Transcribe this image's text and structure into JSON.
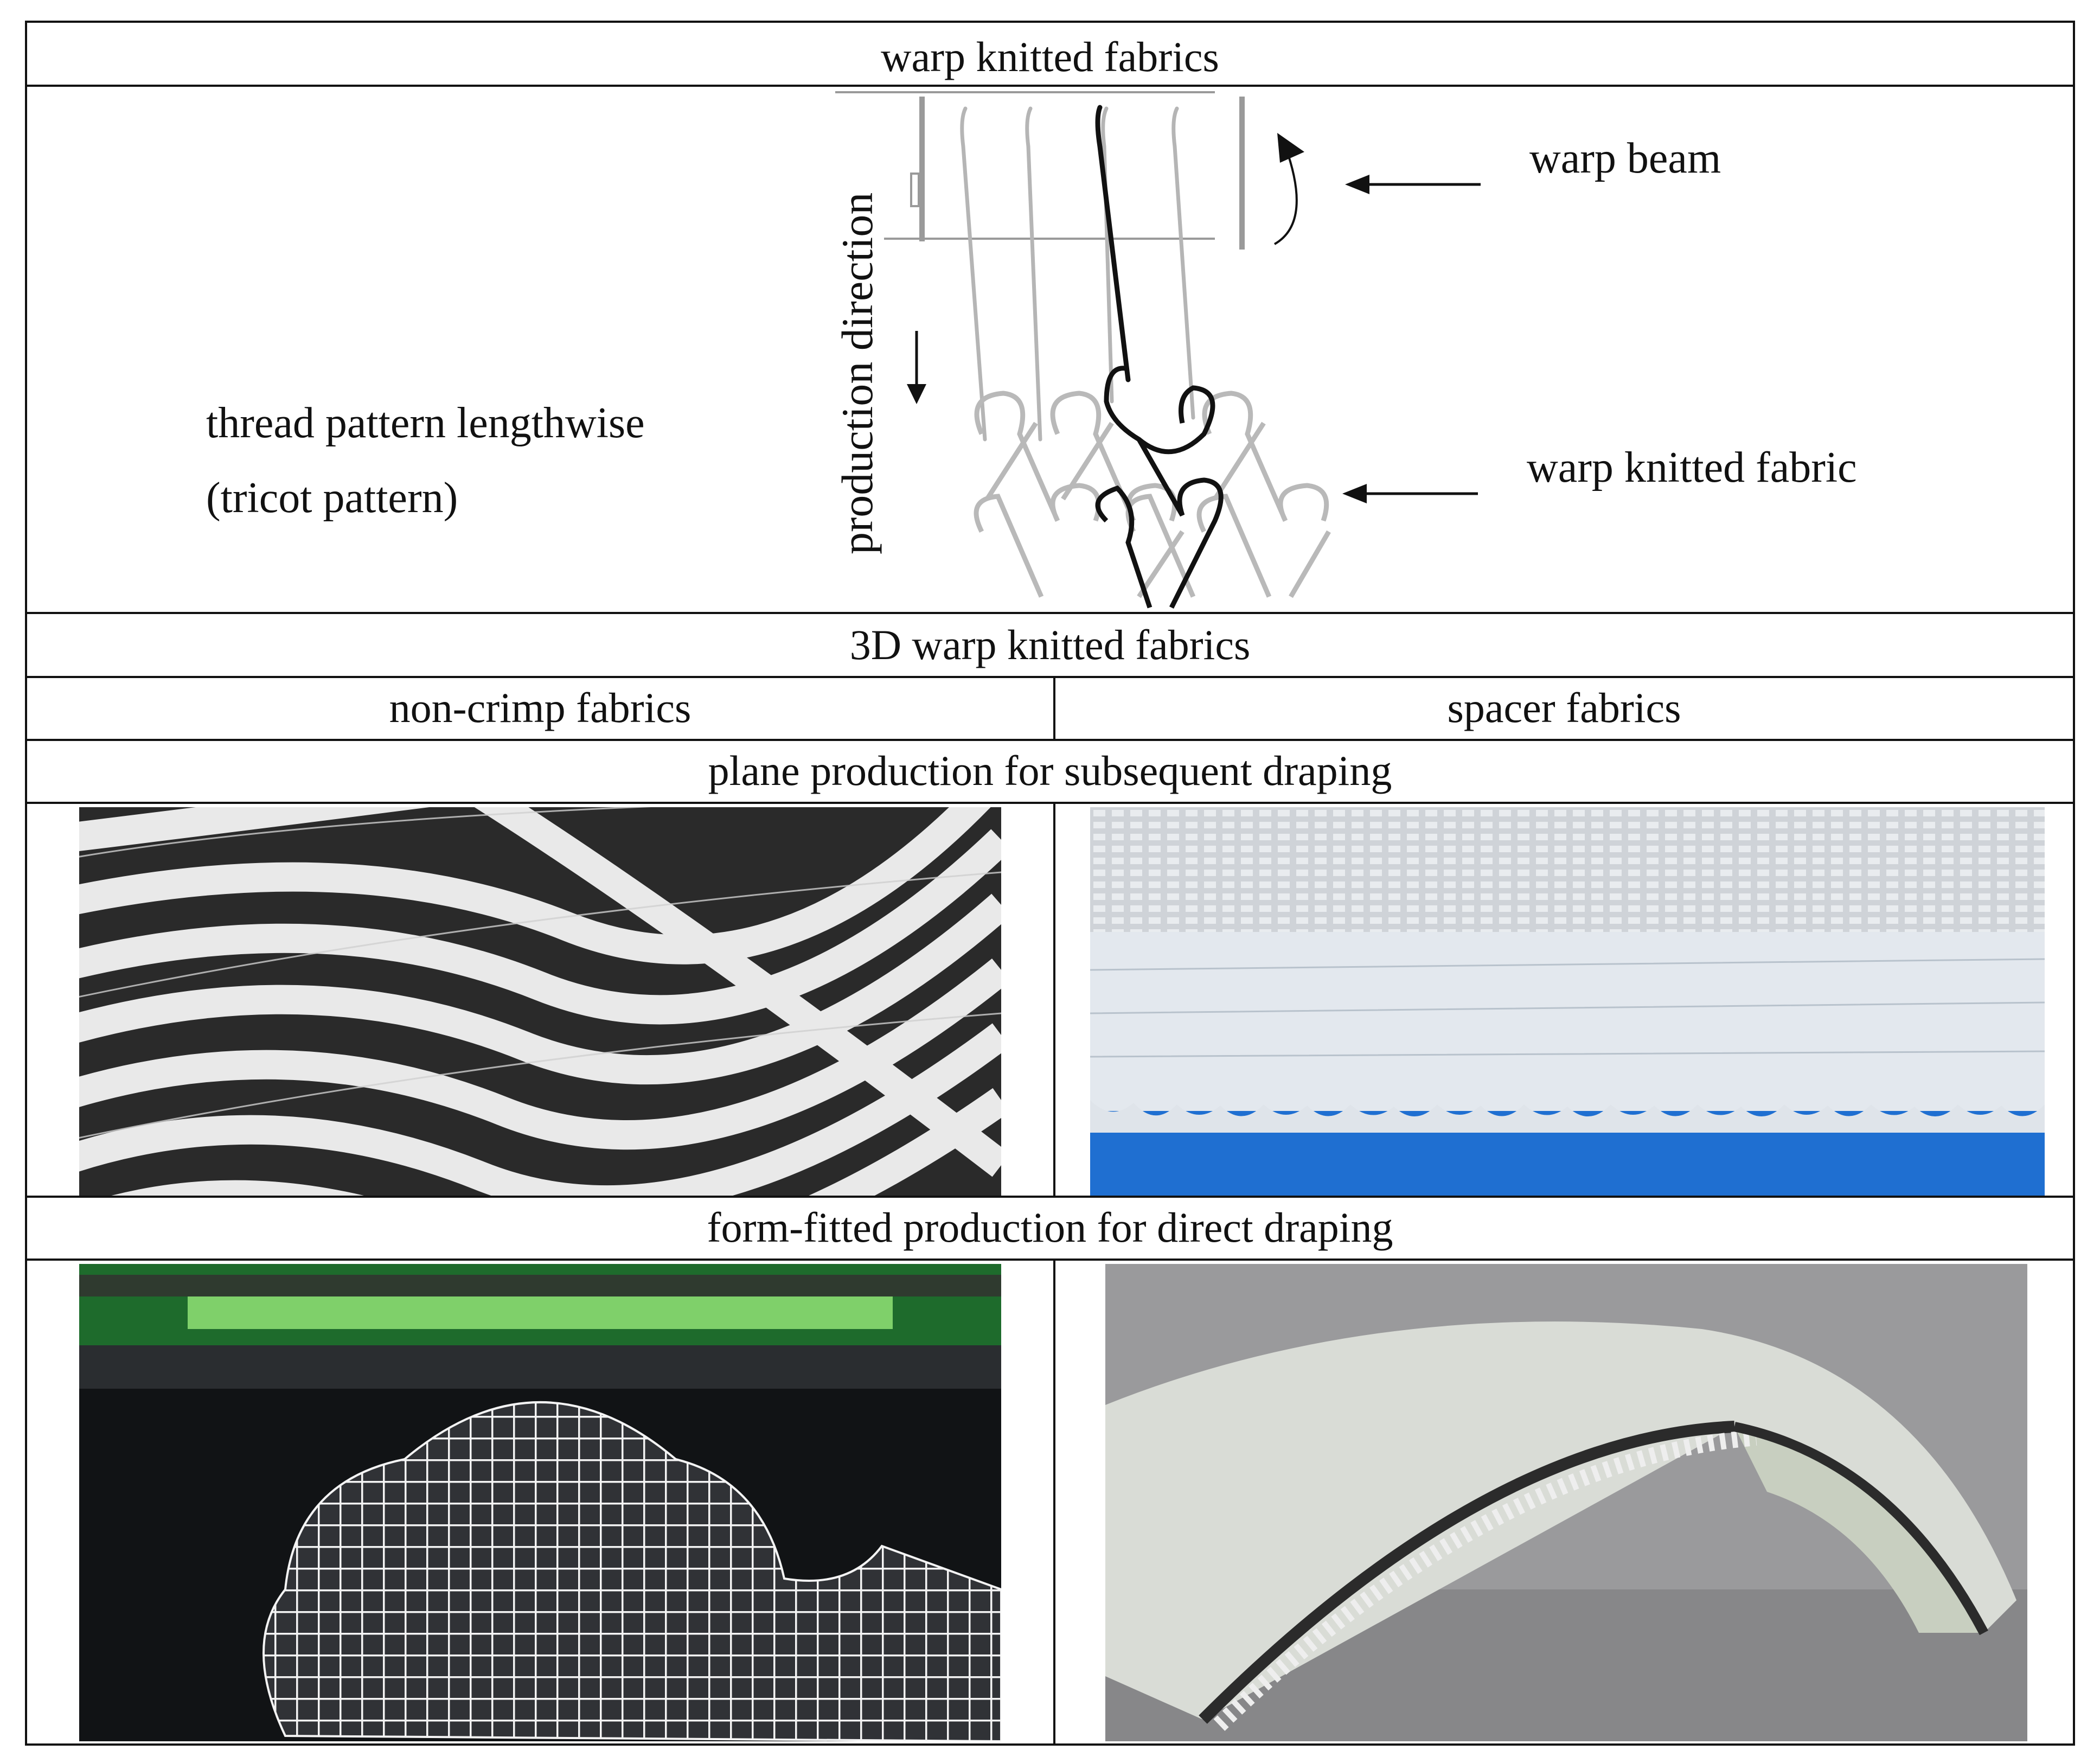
{
  "sections": {
    "warp": "warp knitted fabrics",
    "three_d": "3D warp knitted fabrics",
    "non_crimp": "non-crimp fabrics",
    "spacer": "spacer fabrics",
    "plane": "plane production for subsequent draping",
    "form_fitted": "form-fitted production for direct draping"
  },
  "thread_pattern": {
    "line1": "thread pattern lengthwise",
    "line2": "(tricot pattern)"
  },
  "diagram": {
    "production_direction": "production direction",
    "warp_beam": "warp beam",
    "warp_knitted_fabric": "warp knitted fabric"
  },
  "photos": {
    "non_crimp_plane": "white-and-black-wavy-fibre-strips",
    "spacer_plane": "white-spacer-fabric-on-blue",
    "non_crimp_formed": "white-grid-dome-on-machine",
    "spacer_formed": "curved-spacer-fabric-arch"
  },
  "colors": {
    "border": "#111111",
    "thread_grey": "#b5b5b5",
    "thread_black": "#111111",
    "spacer_blue": "#1f6fd1",
    "machine_green": "#1e6b2c"
  }
}
